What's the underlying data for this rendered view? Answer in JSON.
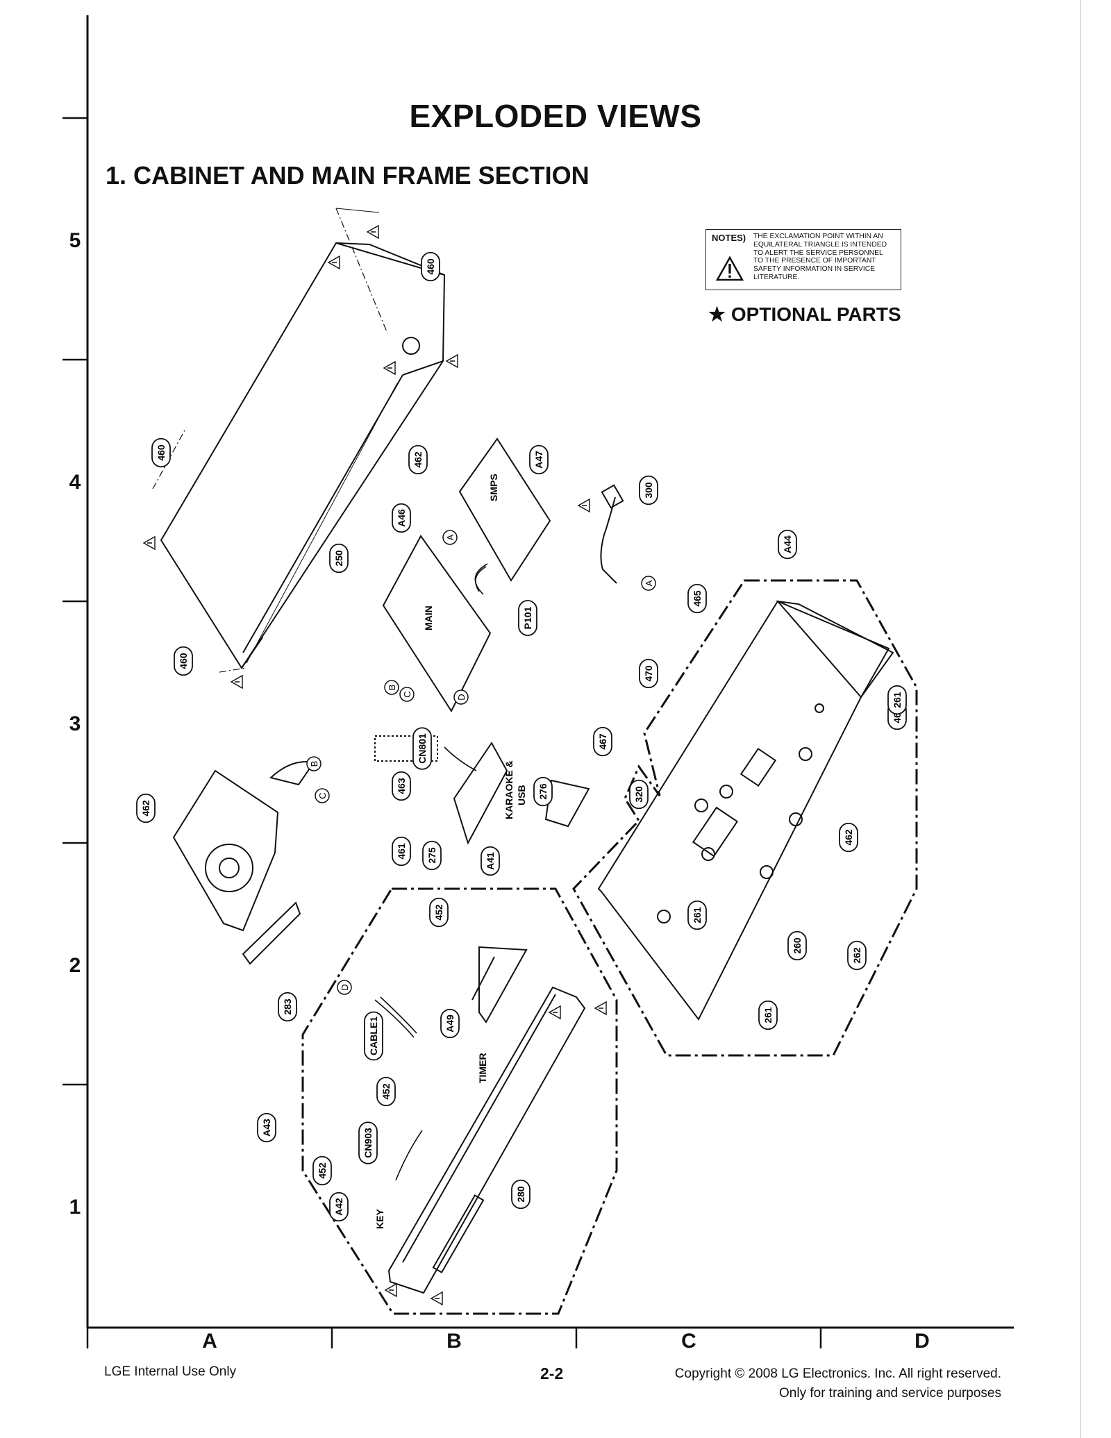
{
  "page": {
    "title": "EXPLODED VIEWS",
    "section": "1. CABINET AND MAIN FRAME SECTION"
  },
  "grid": {
    "rows": [
      "5",
      "4",
      "3",
      "2",
      "1"
    ],
    "columns": [
      "A",
      "B",
      "C",
      "D"
    ]
  },
  "notes": {
    "head": "NOTES)",
    "lines": [
      "THE EXCLAMATION POINT WITHIN AN",
      "EQUILATERAL TRIANGLE IS INTENDED",
      "TO ALERT THE SERVICE PERSONNEL",
      "TO THE PRESENCE OF IMPORTANT",
      "SAFETY INFORMATION IN SERVICE",
      "LITERATURE."
    ],
    "optional_parts": "★ OPTIONAL PARTS"
  },
  "callouts": [
    {
      "id": "c1",
      "text": "460"
    },
    {
      "id": "c2",
      "text": "460"
    },
    {
      "id": "c3",
      "text": "460"
    },
    {
      "id": "c4",
      "text": "250"
    },
    {
      "id": "c5",
      "text": "462"
    },
    {
      "id": "c6",
      "text": "A47"
    },
    {
      "id": "c7",
      "text": "A46"
    },
    {
      "id": "c8",
      "text": "300"
    },
    {
      "id": "c9",
      "text": "A44"
    },
    {
      "id": "c10",
      "text": "P101"
    },
    {
      "id": "c11",
      "text": "465"
    },
    {
      "id": "c12",
      "text": "470"
    },
    {
      "id": "c13",
      "text": "462"
    },
    {
      "id": "c14",
      "text": "261"
    },
    {
      "id": "c15",
      "text": "CN801"
    },
    {
      "id": "c16",
      "text": "467"
    },
    {
      "id": "c17",
      "text": "463"
    },
    {
      "id": "c18",
      "text": "276"
    },
    {
      "id": "c19",
      "text": "320"
    },
    {
      "id": "c20",
      "text": "462"
    },
    {
      "id": "c21",
      "text": "461"
    },
    {
      "id": "c22",
      "text": "275"
    },
    {
      "id": "c23",
      "text": "A41"
    },
    {
      "id": "c24",
      "text": "462"
    },
    {
      "id": "c25",
      "text": "261"
    },
    {
      "id": "c26",
      "text": "452"
    },
    {
      "id": "c27",
      "text": "260"
    },
    {
      "id": "c28",
      "text": "262"
    },
    {
      "id": "c29",
      "text": "283"
    },
    {
      "id": "c30",
      "text": "A49"
    },
    {
      "id": "c31",
      "text": "CABLE1"
    },
    {
      "id": "c32",
      "text": "261"
    },
    {
      "id": "c33",
      "text": "452"
    },
    {
      "id": "c34",
      "text": "A43"
    },
    {
      "id": "c35",
      "text": "CN903"
    },
    {
      "id": "c36",
      "text": "452"
    },
    {
      "id": "c37",
      "text": "280"
    },
    {
      "id": "c38",
      "text": "A42"
    }
  ],
  "board_labels": {
    "smps": "SMPS",
    "main": "MAIN",
    "karaoke": "KARAOKE &",
    "usb": "USB",
    "timer": "TIMER",
    "key": "KEY"
  },
  "connector_letters": [
    "A",
    "A",
    "B",
    "C",
    "D",
    "B",
    "C",
    "D"
  ],
  "footer": {
    "left": "LGE Internal Use Only",
    "page_number": "2-2",
    "copyright": "Copyright © 2008 LG Electronics. Inc. All right reserved.",
    "purpose": "Only for training and service purposes"
  }
}
